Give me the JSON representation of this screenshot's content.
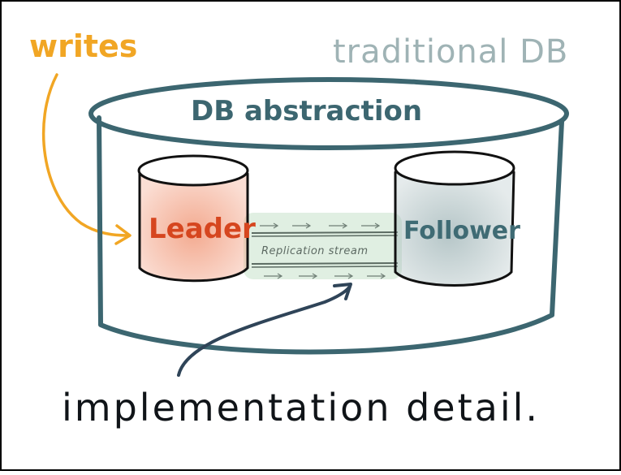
{
  "labels": {
    "corner": "traditional DB",
    "writes": "writes",
    "abstraction": "DB abstraction",
    "leader": "Leader",
    "follower": "Follower",
    "stream": "Replication stream",
    "note": "implementation detail."
  },
  "colors": {
    "frame": "#000000",
    "ink": "#3c6670",
    "corner_ink": "#9fb3b5",
    "writes": "#f1a624",
    "leader_text": "#d6461f",
    "leader_fill": "#f2a184",
    "follower_text": "#3f6b74",
    "follower_fill": "#a9bcbe",
    "stream_fill": "#c6e2ca",
    "note_ink": "#101418"
  },
  "icons": {
    "writes_arrow": "curved-arrow-icon",
    "note_arrow": "curved-arrow-icon",
    "cylinder": "database-cylinder-icon"
  }
}
